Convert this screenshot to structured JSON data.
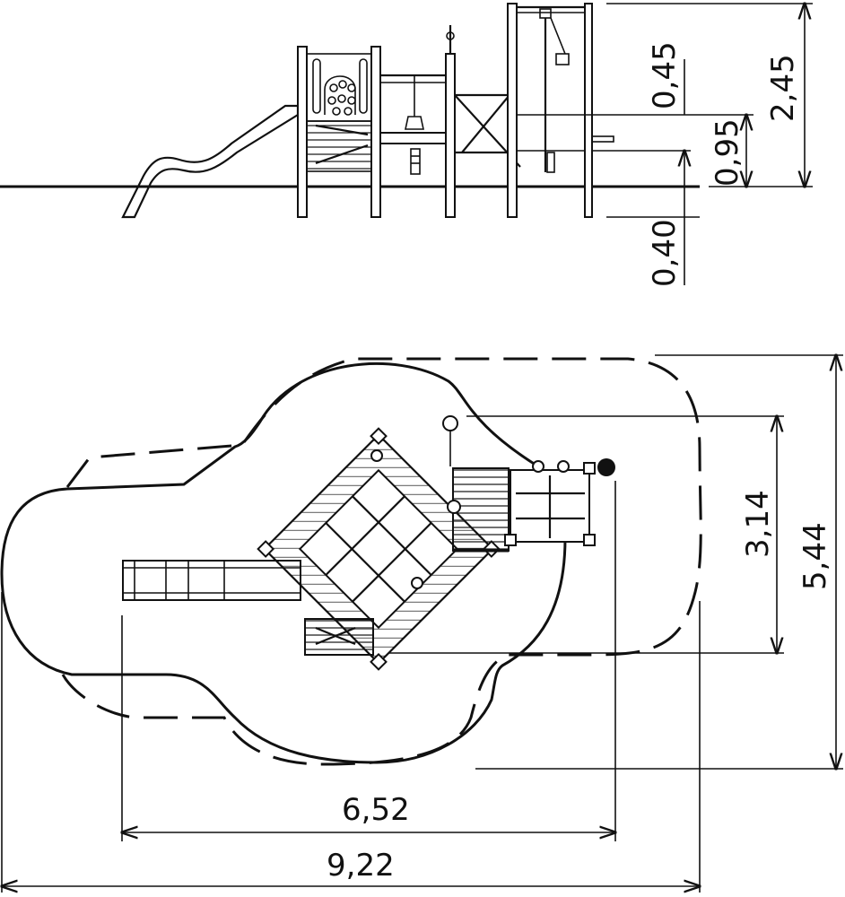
{
  "elevation": {
    "dimensions": {
      "roof_drop": "0,45",
      "platform_height": "0,95",
      "foundation_depth": "0,40",
      "total_height": "2,45"
    }
  },
  "plan": {
    "dimensions": {
      "equipment_width": "3,14",
      "safety_area_width": "5,44",
      "equipment_length": "6,52",
      "safety_area_length": "9,22"
    }
  }
}
